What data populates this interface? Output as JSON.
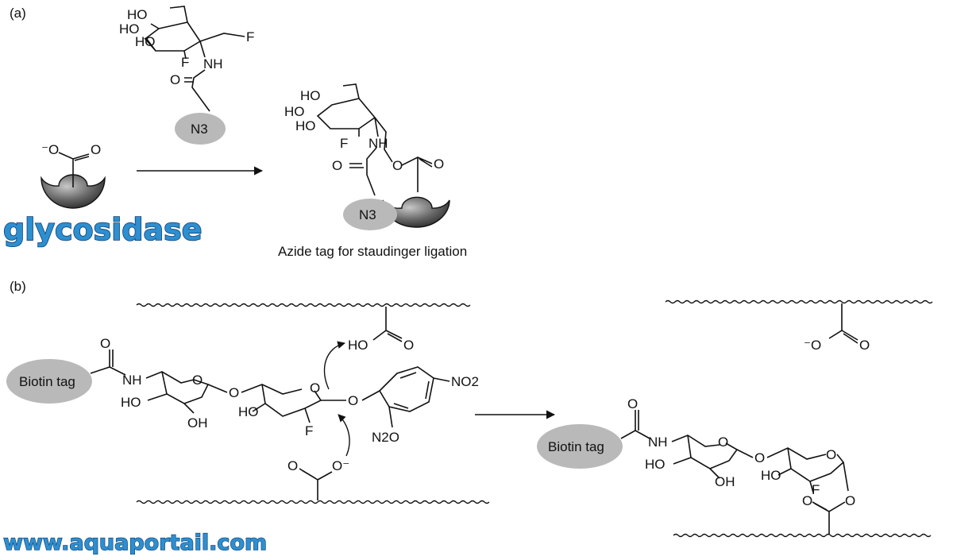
{
  "panels": {
    "a": {
      "label": "(a)",
      "caption": "Azide tag for staudinger ligation",
      "substrate": {
        "ho1": "HO",
        "ho2": "HO",
        "ho3": "HO",
        "f_ring": "F",
        "f_sub": "F",
        "nh": "NH",
        "o_amide": "O",
        "n3": "N3"
      },
      "enzyme": {
        "o_minus": "⁻O",
        "o": "O"
      },
      "product": {
        "ho1": "HO",
        "ho2": "HO",
        "ho3": "HO",
        "f": "F",
        "nh": "NH",
        "o_amide": "O",
        "o_link": "O",
        "o_carbonyl": "O",
        "n3": "N3"
      }
    },
    "b": {
      "label": "(b)",
      "substrate": {
        "tag": "Biotin tag",
        "o_amide": "O",
        "nh": "NH",
        "o_ring1": "O",
        "ho": "HO",
        "oh": "OH",
        "o_glyc": "O",
        "o_ring2": "O",
        "ho2": "HO",
        "f": "F",
        "o_aryl": "O",
        "no2_para": "NO2",
        "no2_ortho": "N2O"
      },
      "acid": {
        "ho": "HO",
        "o": "O"
      },
      "base": {
        "o": "O",
        "o_minus": "O⁻"
      },
      "product": {
        "tag": "Biotin tag",
        "o_amide": "O",
        "nh": "NH",
        "o_ring1": "O",
        "ho": "HO",
        "oh": "OH",
        "o_glyc": "O",
        "ho2": "HO",
        "o_ring2": "O",
        "f": "F",
        "o_ester": "O",
        "o_carbonyl": "O"
      },
      "free_carboxylate": {
        "o_minus": "⁻O",
        "o": "O"
      }
    }
  },
  "watermarks": {
    "glycosidase": "glycosidase",
    "site": "www.aquaportail.com"
  },
  "colors": {
    "enzyme_fill": "#4a4a4a",
    "tag_ellipse": "#b9b9b9",
    "watermark": "#2d8fd0",
    "line": "#111111"
  }
}
